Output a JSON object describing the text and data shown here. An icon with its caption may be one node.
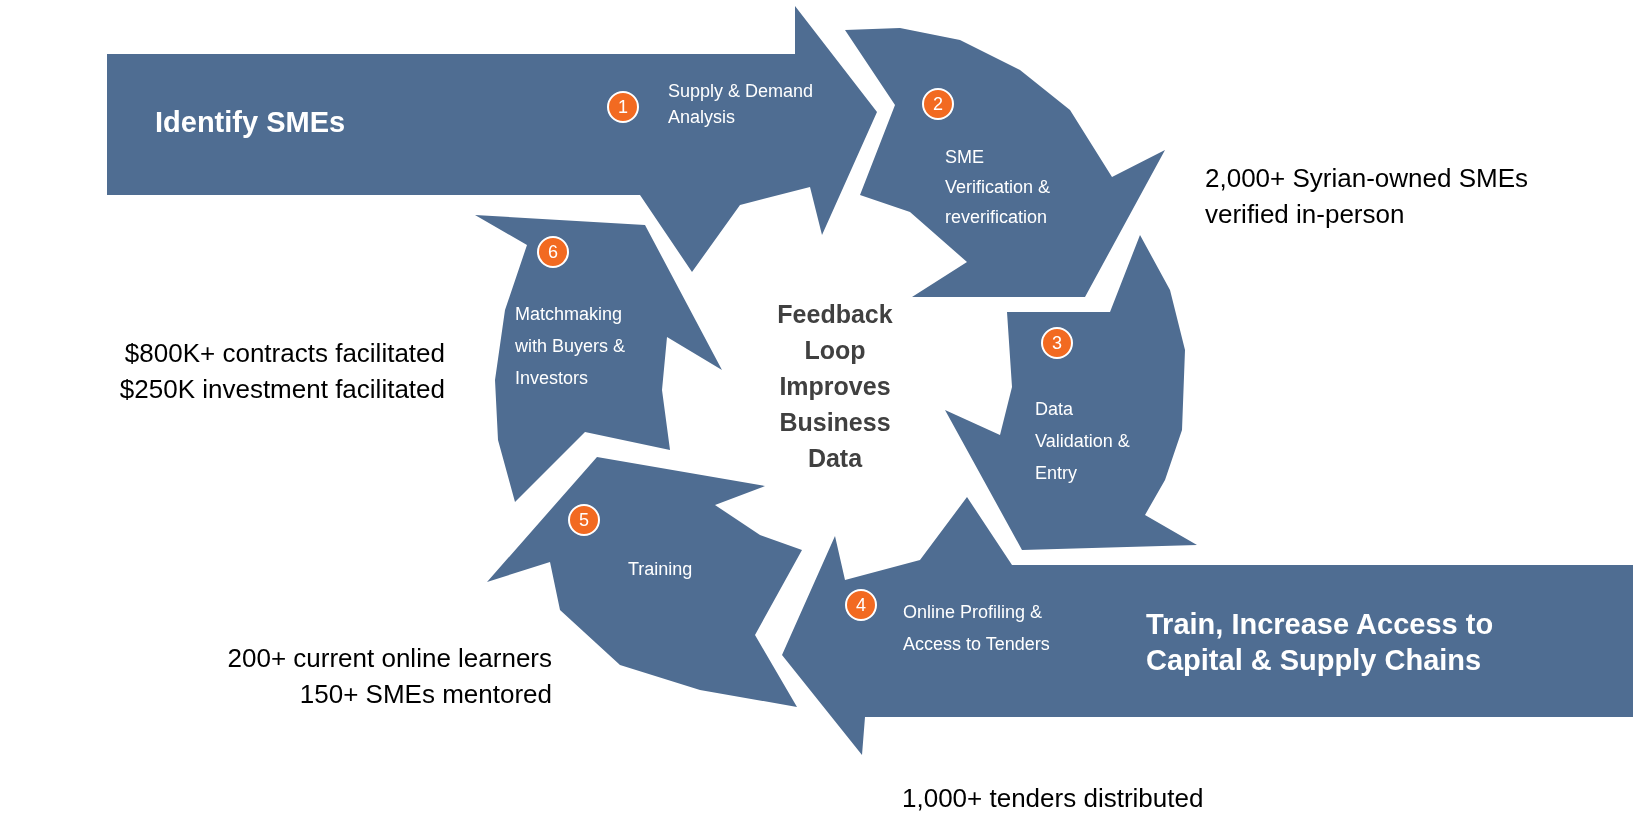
{
  "diagram": {
    "nodes": [
      {
        "text": [
          "Identify SMEs",
          "Supply & Demand Analysis"
        ]
      },
      {
        "text": [
          "1"
        ],
        "in": 0
      },
      {
        "text": [
          "SME Verification & reverification"
        ],
        "beside": [
          "2,000+ Syrian-owned SMEs verified in-person"
        ]
      },
      {
        "text": [
          "2"
        ],
        "in": 2
      },
      {
        "text": [
          "Data Validation & Entry"
        ]
      },
      {
        "text": [
          "3"
        ],
        "in": 4
      },
      {
        "text": [
          "Online Profiling & Access to Tenders",
          "Train, Increase Access to Capital & Supply Chains"
        ],
        "beside": [
          "1,000+ tenders distributed"
        ]
      },
      {
        "text": [
          "4"
        ],
        "in": 6
      },
      {
        "text": [
          "Training"
        ],
        "beside": [
          "200+ current online learners",
          "150+ SMEs mentored"
        ]
      },
      {
        "text": [
          "5"
        ],
        "in": 8
      },
      {
        "text": [
          "Matchmaking with Buyers & Investors"
        ],
        "beside": [
          "$800K+ contracts facilitated",
          "$250K investment facilitated"
        ]
      },
      {
        "text": [
          "6"
        ],
        "in": 10
      }
    ],
    "labels": [
      "Feedback Loop Improves Business Data"
    ]
  }
}
